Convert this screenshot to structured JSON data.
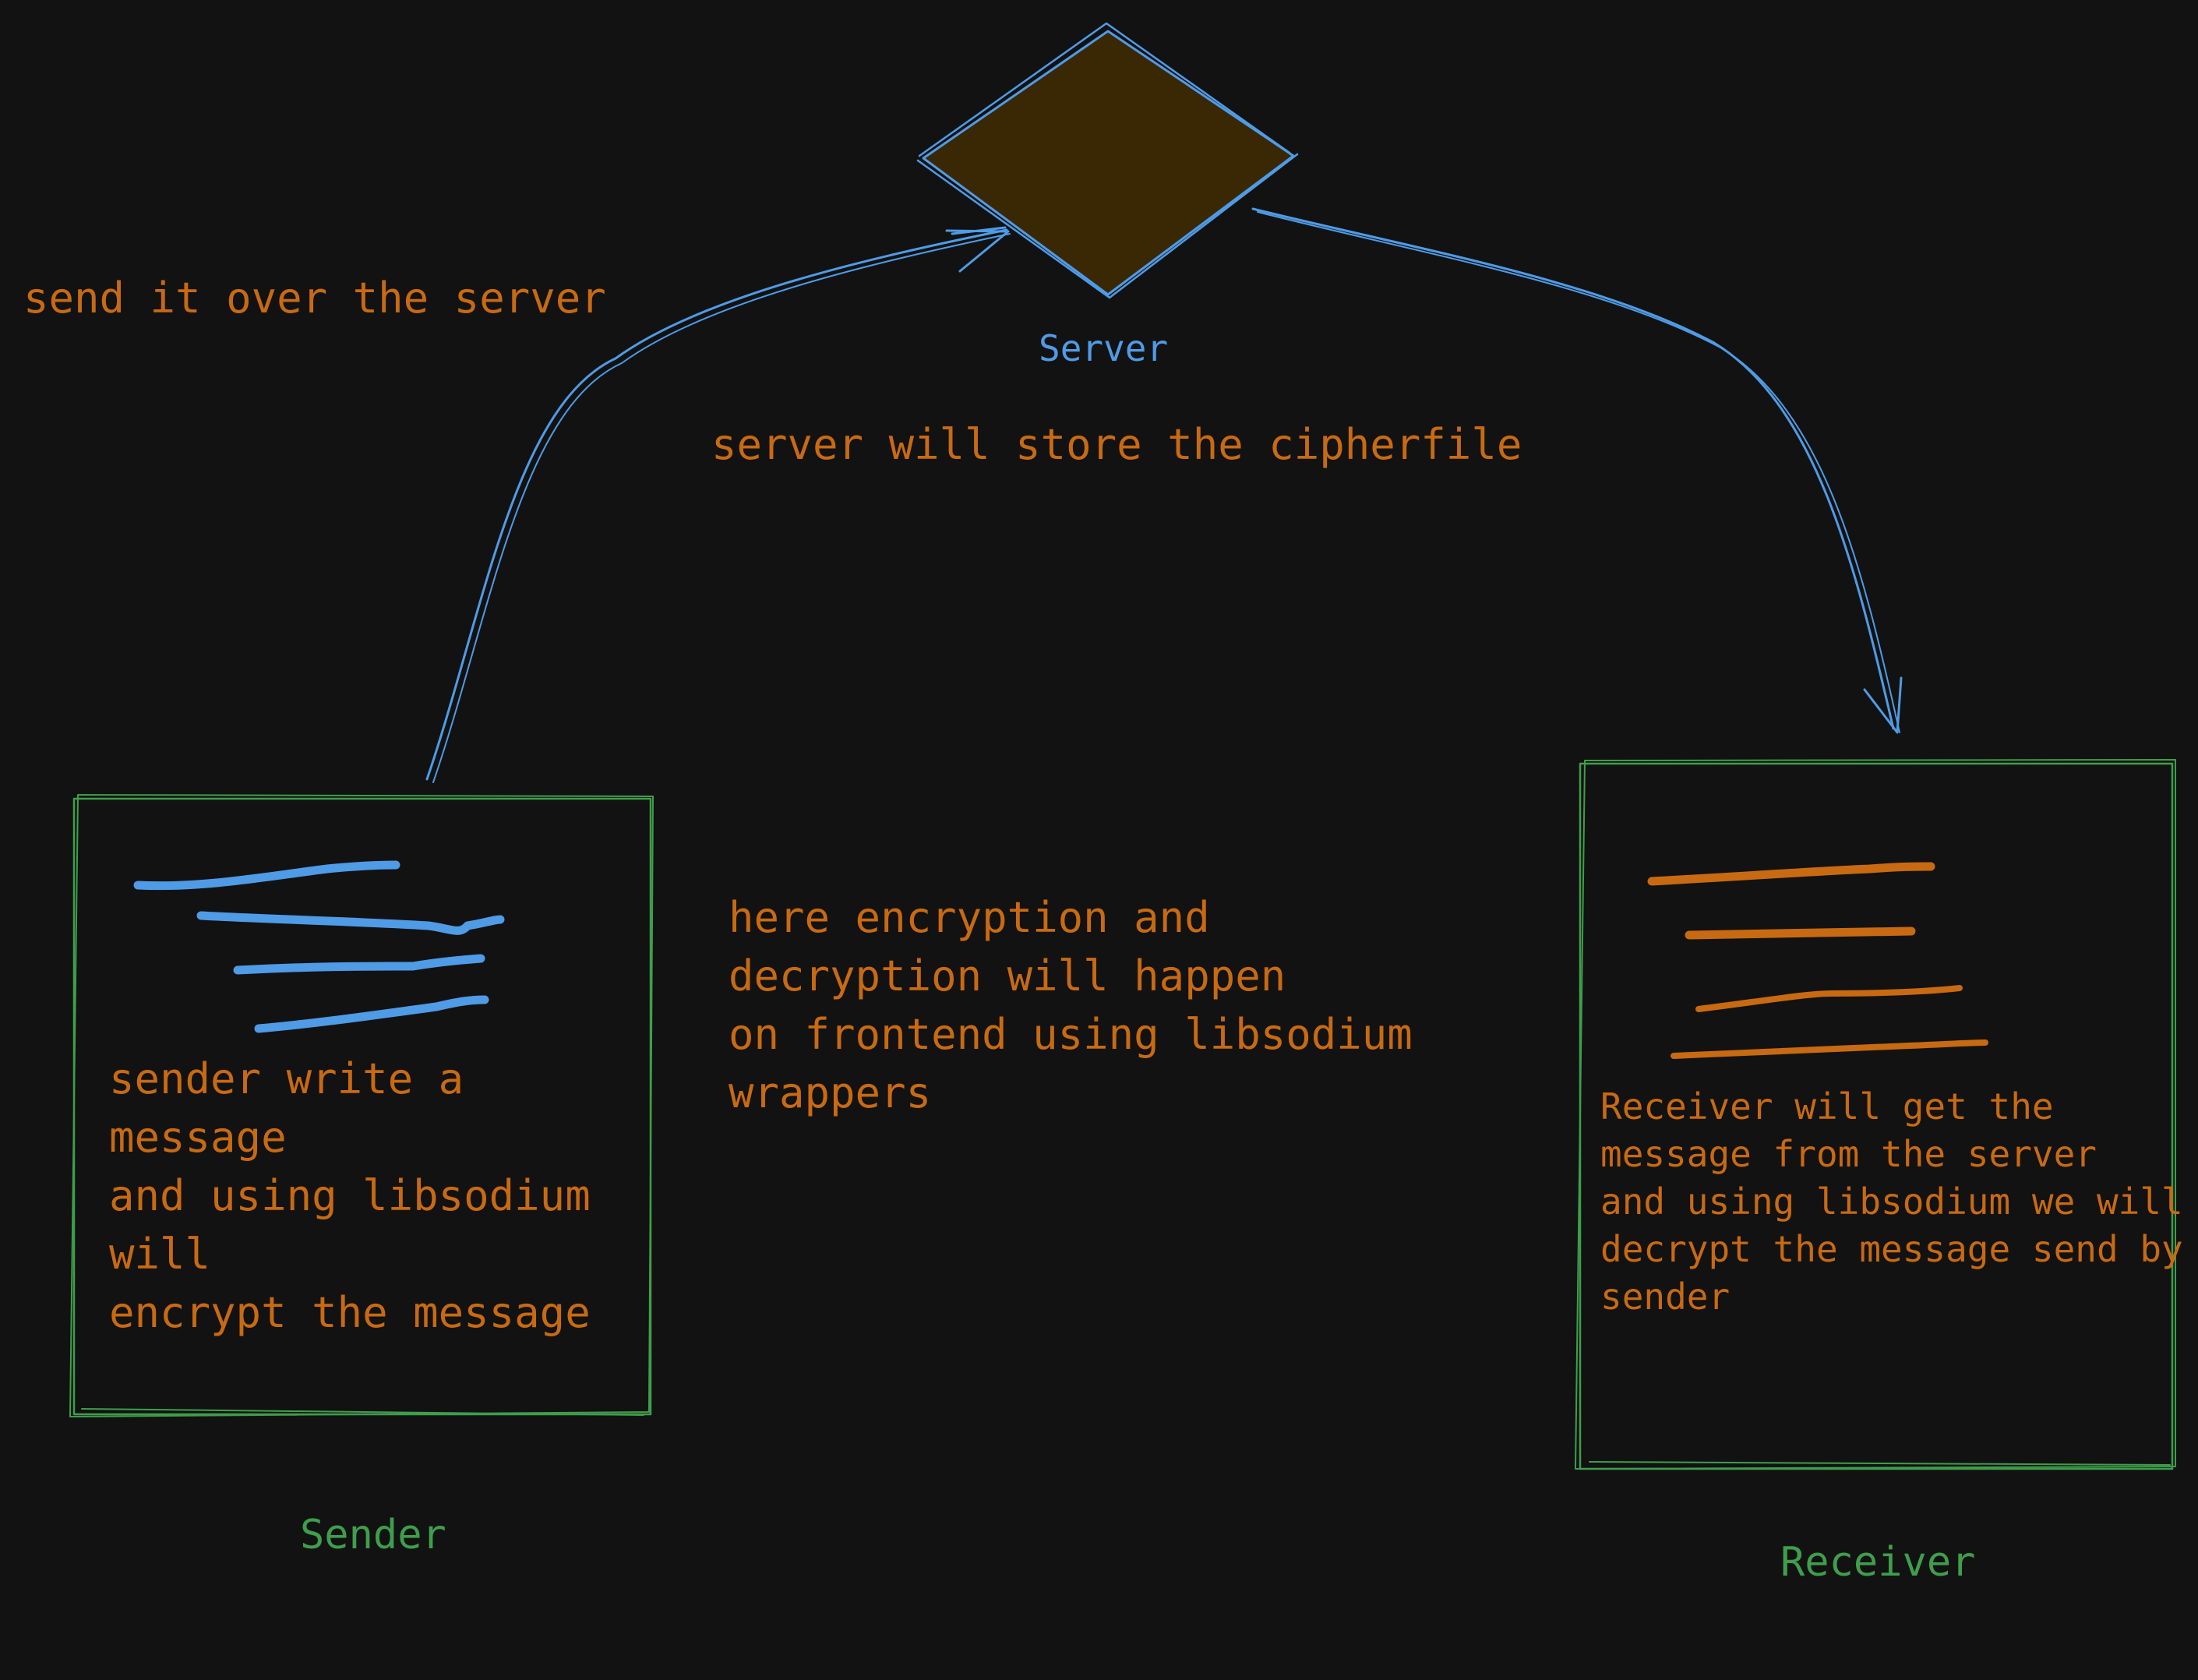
{
  "colors": {
    "background": "#121212",
    "accent_blue": "#4f9be6",
    "accent_orange": "#c86a12",
    "accent_green": "#3f9e4c",
    "server_fill": "#3a2804"
  },
  "server": {
    "label": "Server"
  },
  "sender": {
    "label": "Sender",
    "lines": [
      "sender write a",
      "message",
      "and using libsodium",
      "will",
      "encrypt the message"
    ]
  },
  "receiver": {
    "label": "Receiver",
    "lines": [
      "Receiver will get the",
      "message from the server",
      "and using libsodium we will",
      "decrypt the message send by",
      "sender"
    ]
  },
  "annotations": {
    "send": "send it over the server",
    "store": "server will store the cipherfile",
    "crypto_lines": [
      "here encryption and",
      "decryption will happen",
      "on frontend using libsodium",
      "wrappers"
    ]
  }
}
